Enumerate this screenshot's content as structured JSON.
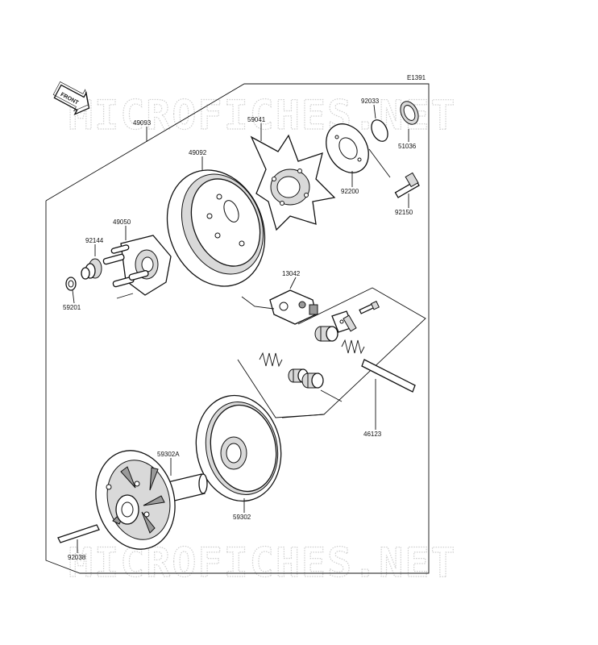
{
  "diagram": {
    "code": "E1391",
    "front_label": "FRONT",
    "watermark": "MICROFICHES.NET",
    "parts": {
      "p49093": "49093",
      "p59041": "59041",
      "p92033": "92033",
      "p51036": "51036",
      "p49092": "49092",
      "p92200": "92200",
      "p92150": "92150",
      "p49050": "49050",
      "p92144": "92144",
      "p59201": "59201",
      "p13042": "13042",
      "p46123": "46123",
      "p59302A": "59302A",
      "p59302": "59302",
      "p92038": "92038"
    }
  }
}
